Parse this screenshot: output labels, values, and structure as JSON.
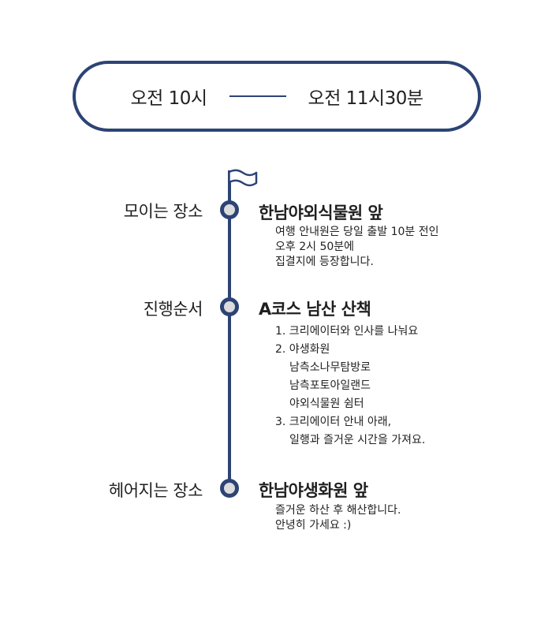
{
  "schedule": {
    "start_time": "오전 10시",
    "end_time": "오전 11시30분"
  },
  "sections": {
    "meeting": {
      "label": "모이는 장소",
      "title": "한남야외식물원 앞",
      "lines": [
        "여행 안내원은 당일 출발 10분 전인",
        "오후 2시 50분에",
        "집결지에 등장합니다."
      ]
    },
    "progress": {
      "label": "진행순서",
      "title": "A코스 남산 산책",
      "items": [
        "1. 크리에이터와 인사를 나눠요",
        "2. 야생화원",
        "남측소나무탐방로",
        "남측포토아일랜드",
        "야외식물원 쉼터",
        "3. 크리에이터 안내 아래,",
        "일행과 즐거운 시간을 가져요."
      ]
    },
    "farewell": {
      "label": "헤어지는 장소",
      "title": "한남야생화원 앞",
      "lines": [
        "즐거운 하산 후 해산합니다.",
        "안녕히 가세요 :)"
      ]
    }
  },
  "icons": {
    "flag": "flag-icon",
    "node": "timeline-node"
  },
  "colors": {
    "accent": "#2c4374",
    "node_fill": "#dcdcdc",
    "text": "#1f1f1f"
  }
}
